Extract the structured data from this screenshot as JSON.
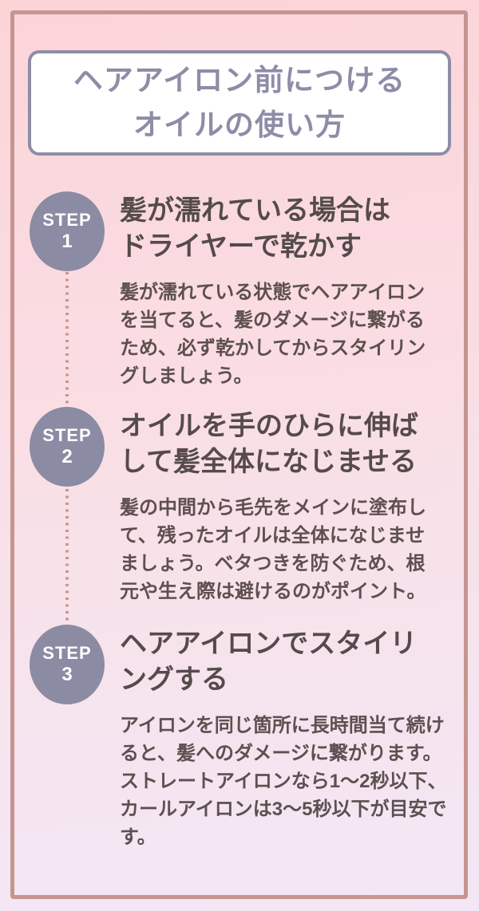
{
  "title": "ヘアアイロン前につける\nオイルの使い方",
  "colors": {
    "background_top": "#fbd4d8",
    "background_bottom": "#f3e7f5",
    "frame_border": "#c6958f",
    "title_accent": "#8e8da7",
    "badge_fill": "#8c8ba4",
    "heading_text": "#554b4a",
    "body_text": "#5d504f",
    "connector_dots": "#c9968f"
  },
  "steps": [
    {
      "badge_label": "STEP",
      "badge_number": "1",
      "heading": "髪が濡れている場合は\nドライヤーで乾かす",
      "body": "髪が濡れている状態でヘアアイロン\nを当てると、髪のダメージに繋がる\nため、必ず乾かしてからスタイリン\nグしましょう。"
    },
    {
      "badge_label": "STEP",
      "badge_number": "2",
      "heading": "オイルを手のひらに伸ば\nして髪全体になじませる",
      "body": "髪の中間から毛先をメインに塗布し\nて、残ったオイルは全体になじませ\nましょう。ベタつきを防ぐため、根\n元や生え際は避けるのがポイント。"
    },
    {
      "badge_label": "STEP",
      "badge_number": "3",
      "heading": "ヘアアイロンでスタイリ\nングする",
      "body": "アイロンを同じ箇所に長時間当て続け\nると、髪へのダメージに繋がります。\nストレートアイロンなら1〜2秒以下、\nカールアイロンは3〜5秒以下が目安で\nす。"
    }
  ]
}
